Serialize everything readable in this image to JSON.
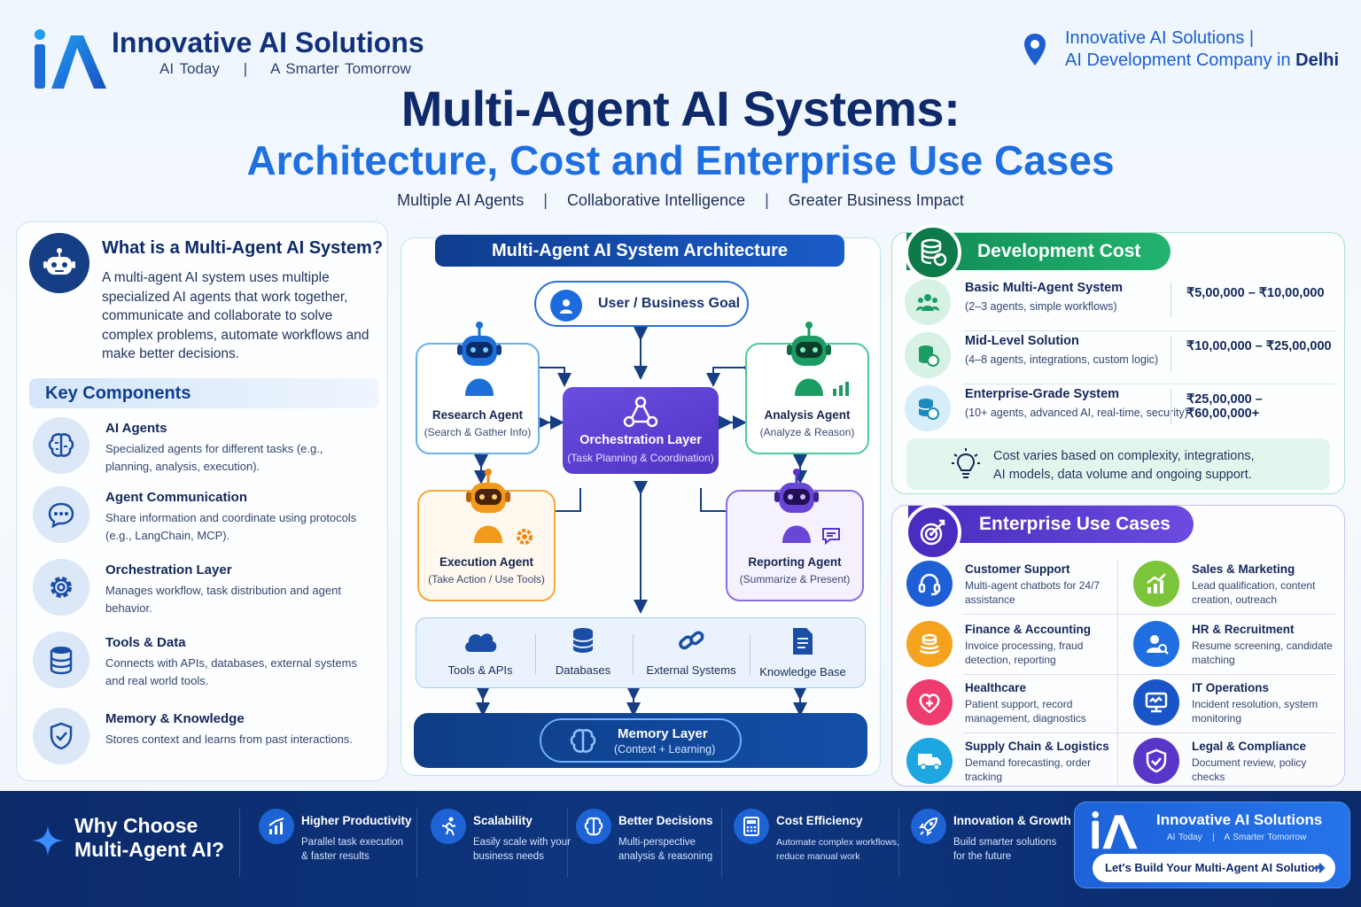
{
  "header": {
    "brand": "Innovative AI Solutions",
    "tagline": "AI Today    |    A Smarter Tomorrow",
    "location_line1": "Innovative AI Solutions |",
    "location_line2_prefix": "AI Development Company in ",
    "location_city": "Delhi",
    "title_line1": "Multi-Agent AI Systems:",
    "title_line2": "Architecture, Cost and Enterprise Use Cases",
    "subtitle_items": [
      "Multiple AI Agents",
      "Collaborative Intelligence",
      "Greater Business Impact"
    ],
    "subtitle_sep": "|"
  },
  "what": {
    "title": "What is a Multi-Agent AI System?",
    "description": "A multi-agent AI system uses multiple specialized AI agents that work together, communicate and collaborate to solve complex problems, automate workflows and make better decisions."
  },
  "components": {
    "title": "Key Components",
    "items": [
      {
        "title": "AI Agents",
        "desc": "Specialized agents for different tasks (e.g., planning, analysis, execution).",
        "icon": "brain-icon"
      },
      {
        "title": "Agent Communication",
        "desc": "Share information and coordinate using protocols (e.g., LangChain, MCP).",
        "icon": "chat-icon"
      },
      {
        "title": "Orchestration Layer",
        "desc": "Manages workflow, task distribution and agent behavior.",
        "icon": "gear-icon"
      },
      {
        "title": "Tools & Data",
        "desc": "Connects with APIs, databases, external systems and real world tools.",
        "icon": "database-icon"
      },
      {
        "title": "Memory & Knowledge",
        "desc": "Stores context and learns from past interactions.",
        "icon": "shield-icon"
      }
    ]
  },
  "architecture": {
    "title": "Multi-Agent AI System Architecture",
    "user_goal": "User / Business Goal",
    "research": {
      "name": "Research Agent",
      "sub": "(Search & Gather Info)"
    },
    "analysis": {
      "name": "Analysis Agent",
      "sub": "(Analyze & Reason)"
    },
    "execution": {
      "name": "Execution Agent",
      "sub": "(Take Action / Use Tools)"
    },
    "reporting": {
      "name": "Reporting Agent",
      "sub": "(Summarize & Present)"
    },
    "orchestration": {
      "name": "Orchestration Layer",
      "sub": "(Task Planning & Coordination)"
    },
    "tools": [
      "Tools & APIs",
      "Databases",
      "External Systems",
      "Knowledge Base"
    ],
    "memory": {
      "name": "Memory Layer",
      "sub": "(Context + Learning)"
    }
  },
  "cost": {
    "title": "Development Cost",
    "rows": [
      {
        "title": "Basic Multi-Agent System",
        "desc": "(2–3 agents, simple workflows)",
        "price": "₹5,00,000 – ₹10,00,000"
      },
      {
        "title": "Mid-Level Solution",
        "desc": "(4–8 agents, integrations, custom logic)",
        "price": "₹10,00,000 – ₹25,00,000"
      },
      {
        "title": "Enterprise-Grade System",
        "desc": "(10+ agents, advanced AI, real-time, security)",
        "price": "₹25,00,000 – ₹60,00,000+"
      }
    ],
    "note": "Cost varies based on complexity, integrations, AI models, data volume and ongoing support."
  },
  "use_cases": {
    "title": "Enterprise Use Cases",
    "items": [
      {
        "title": "Customer Support",
        "desc": "Multi-agent chatbots for 24/7 assistance",
        "color": "#1f5fd6",
        "icon": "headset-icon"
      },
      {
        "title": "Sales & Marketing",
        "desc": "Lead qualification, content creation, outreach",
        "color": "#7cc43a",
        "icon": "growth-chart-icon"
      },
      {
        "title": "Finance & Accounting",
        "desc": "Invoice processing, fraud detection, reporting",
        "color": "#f5a21e",
        "icon": "coins-icon"
      },
      {
        "title": "HR & Recruitment",
        "desc": "Resume screening, candidate matching",
        "color": "#1f6fe0",
        "icon": "person-search-icon"
      },
      {
        "title": "Healthcare",
        "desc": "Patient support, record management, diagnostics",
        "color": "#ef3c6e",
        "icon": "medical-cross-icon"
      },
      {
        "title": "IT Operations",
        "desc": "Incident resolution, system monitoring",
        "color": "#1a55c8",
        "icon": "monitor-icon"
      },
      {
        "title": "Supply Chain & Logistics",
        "desc": "Demand forecasting, order tracking",
        "color": "#1ea6e0",
        "icon": "truck-icon"
      },
      {
        "title": "Legal & Compliance",
        "desc": "Document review, policy checks",
        "color": "#5a36c8",
        "icon": "shield-check-icon"
      }
    ]
  },
  "why": {
    "title": "Why Choose Multi-Agent AI?",
    "items": [
      {
        "title": "Higher Productivity",
        "desc": "Parallel task execution & faster results",
        "icon": "chart-up-icon"
      },
      {
        "title": "Scalability",
        "desc": "Easily scale with your business needs",
        "icon": "runner-icon"
      },
      {
        "title": "Better Decisions",
        "desc": "Multi-perspective analysis & reasoning",
        "icon": "brain-icon"
      },
      {
        "title": "Cost Efficiency",
        "desc": "Automate complex workflows, reduce manual work",
        "icon": "calculator-icon"
      },
      {
        "title": "Innovation & Growth",
        "desc": "Build smarter solutions for the future",
        "icon": "rocket-icon"
      }
    ]
  },
  "cta": {
    "name": "Innovative AI Solutions",
    "tagline": "AI Today   |   A Smarter Tomorrow",
    "button": "Let's Build Your Multi-Agent AI Solution"
  }
}
